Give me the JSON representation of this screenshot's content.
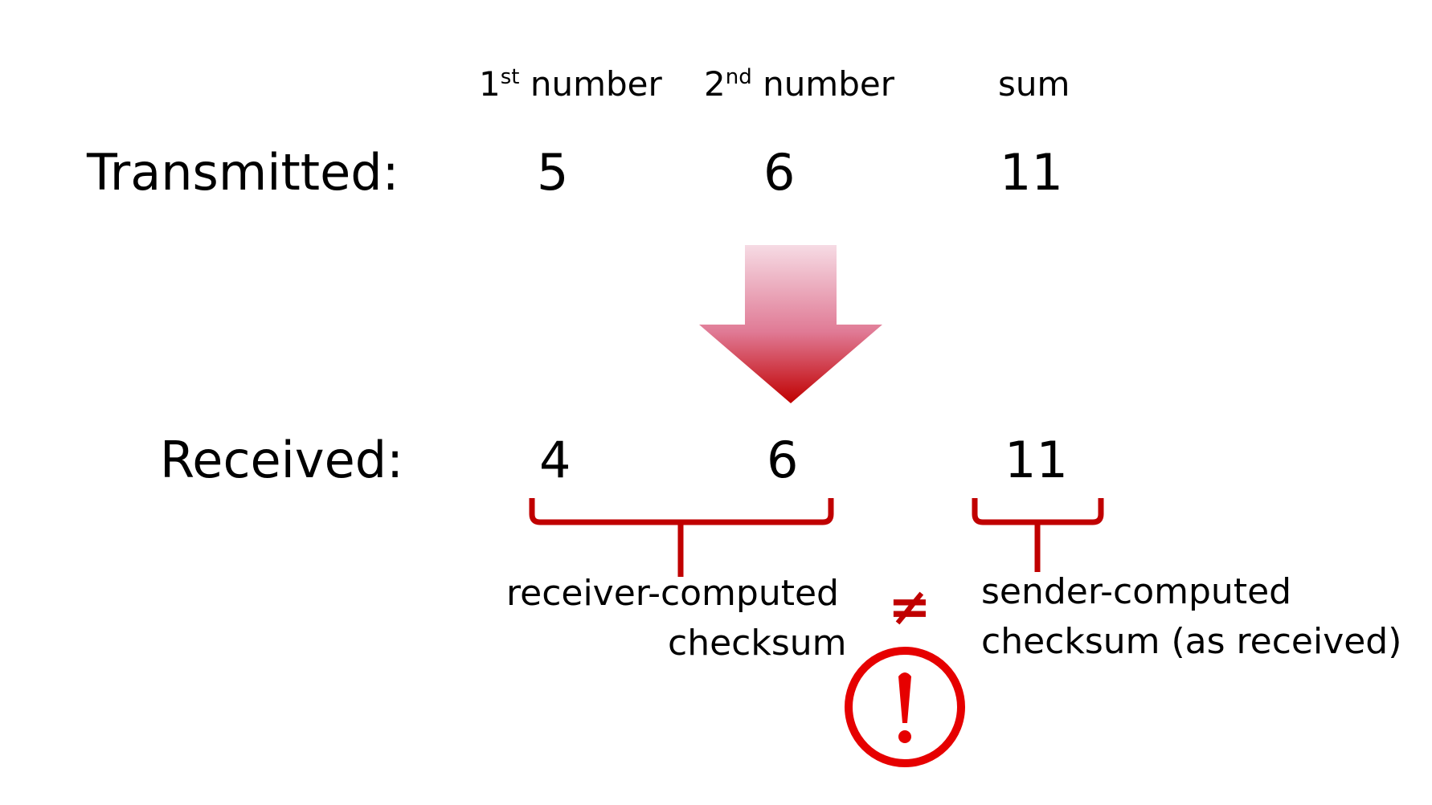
{
  "header": {
    "col1": {
      "base": "1",
      "sup": "st",
      "rest": " number"
    },
    "col2": {
      "base": "2",
      "sup": "nd",
      "rest": " number"
    },
    "col3": "sum"
  },
  "transmitted": {
    "label": "Transmitted:",
    "first": "5",
    "second": "6",
    "sum": "11"
  },
  "received": {
    "label": "Received:",
    "first": "4",
    "second": "6",
    "sum": "11"
  },
  "annotations": {
    "receiver_line1": "receiver-computed",
    "receiver_line2": "checksum",
    "sender_line1": "sender-computed",
    "sender_line2": "checksum (as received)",
    "not_equal": "≠"
  },
  "colors": {
    "accent": "#c00000",
    "alert": "#e60000",
    "arrow_top": "#f6dbe4",
    "arrow_bottom": "#c00000"
  },
  "icons": {
    "arrow": "down-arrow-icon",
    "alert": "exclamation-circle-icon"
  }
}
